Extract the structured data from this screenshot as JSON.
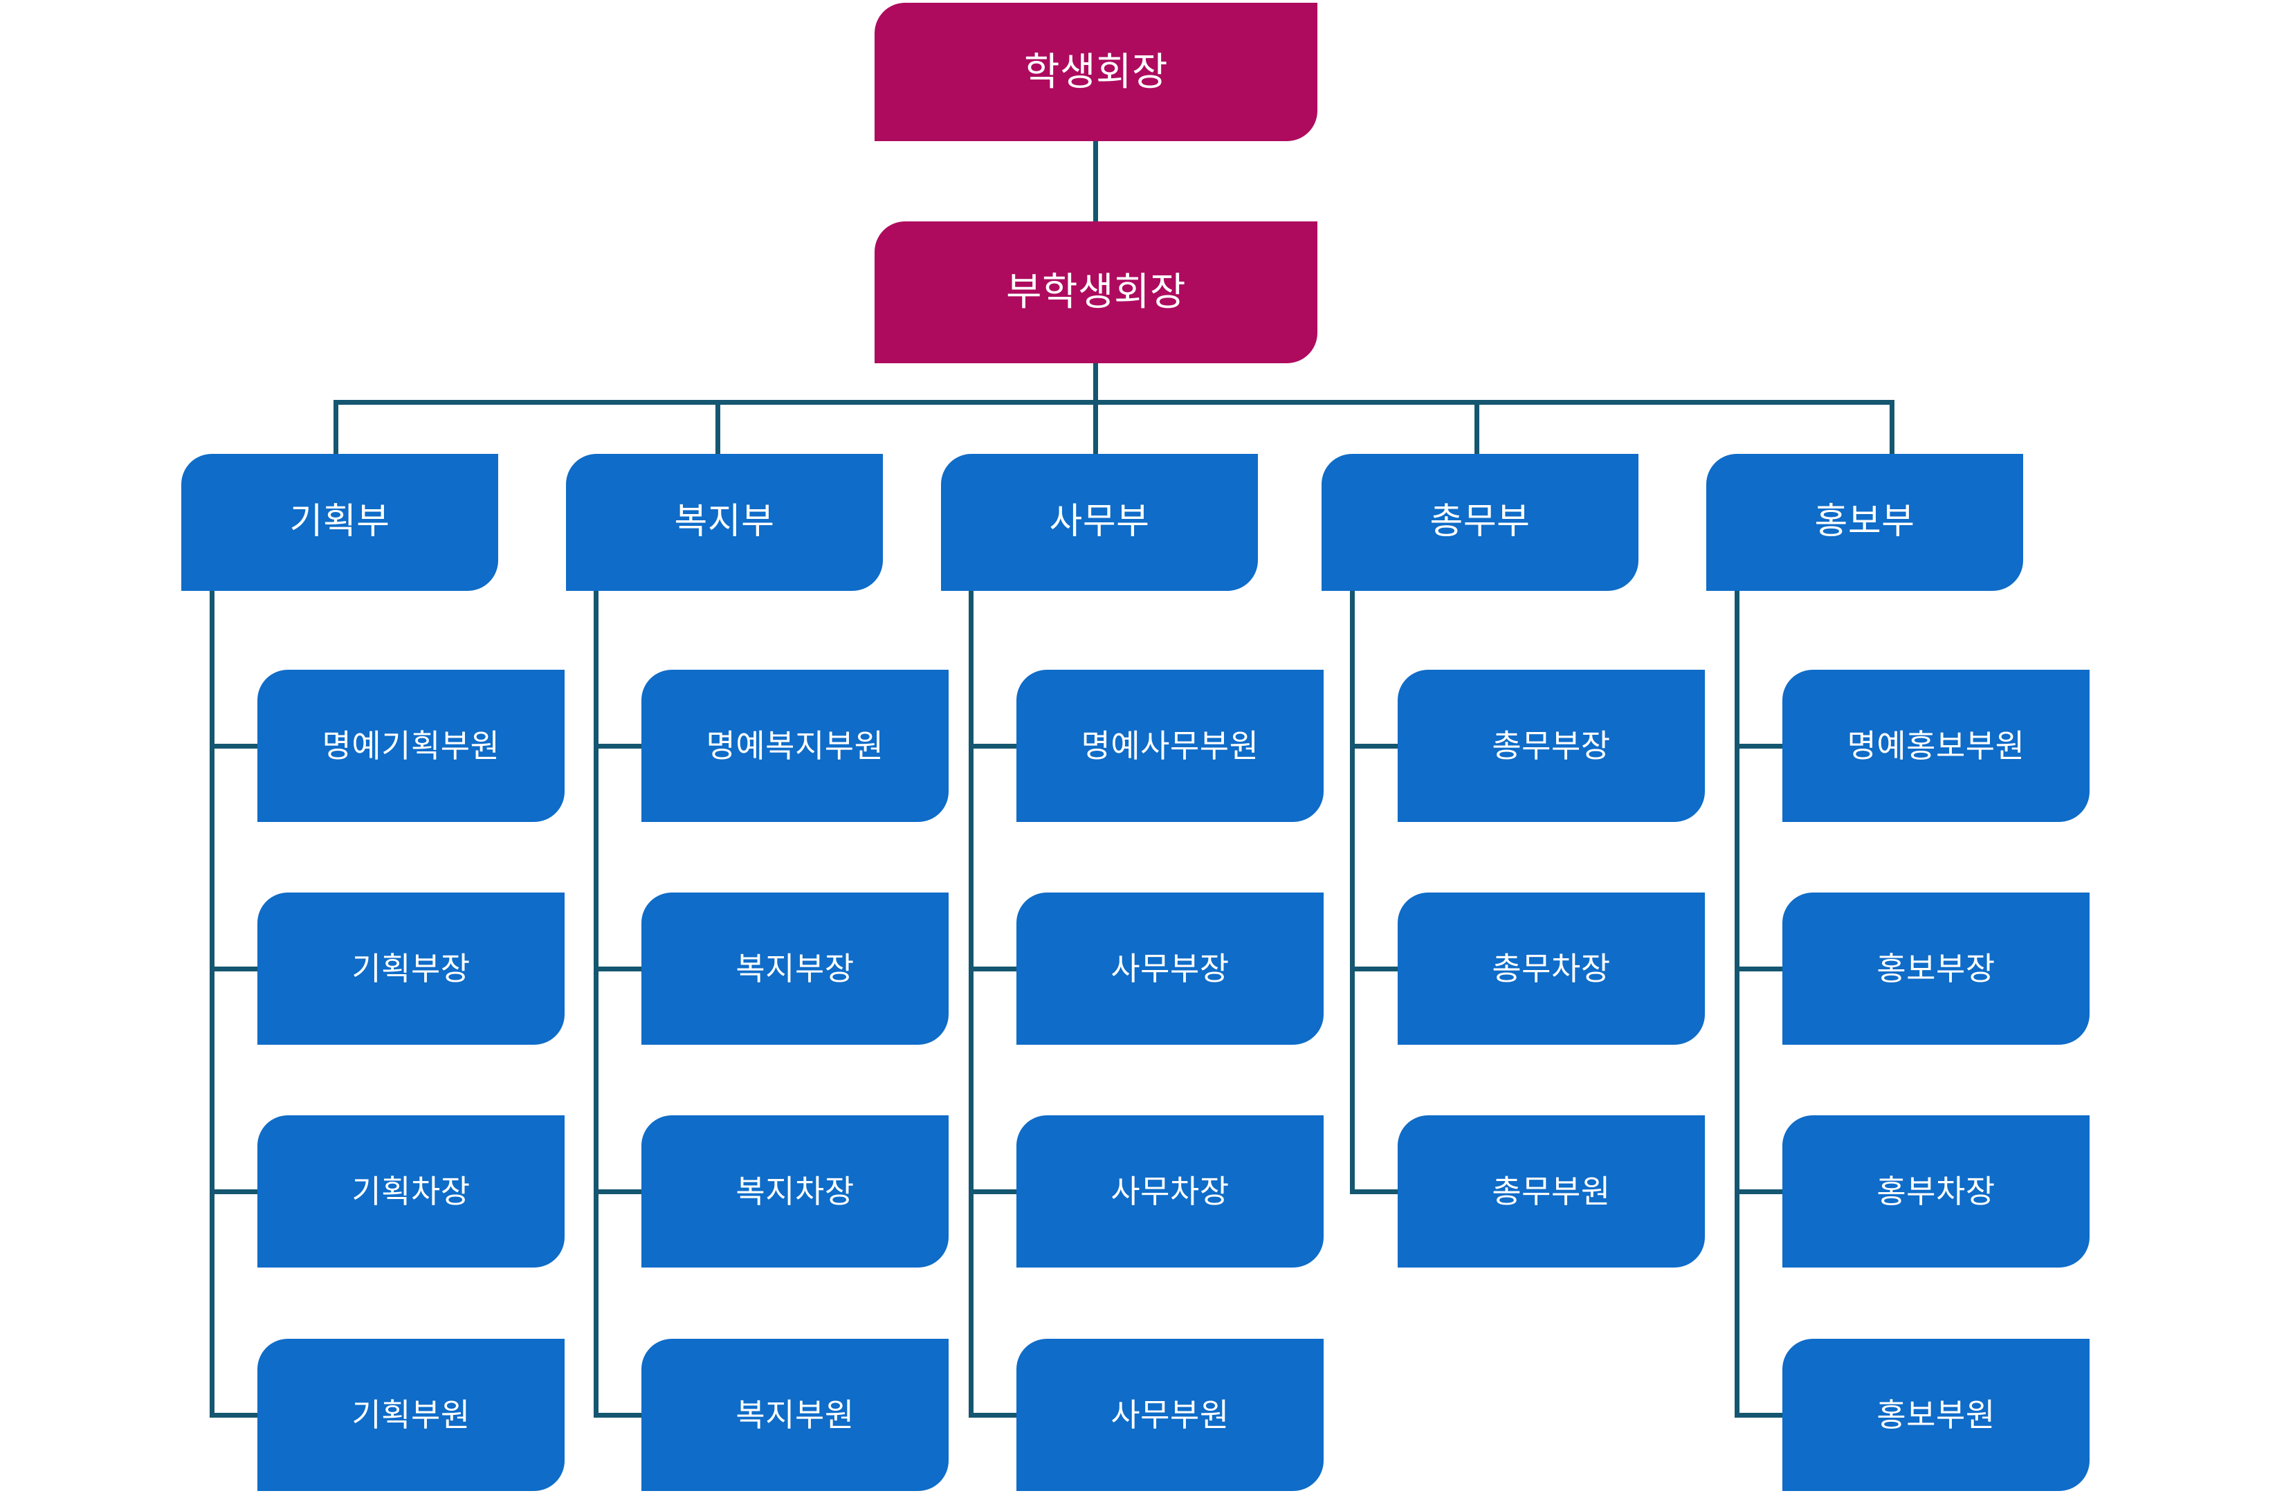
{
  "colors": {
    "exec_fill": "#AE0B5F",
    "dept_fill": "#0F6CC8",
    "member_fill": "#0F6CC8",
    "connector": "#155670",
    "text": "#FFFFFF",
    "background": "#FFFFFF"
  },
  "executive": {
    "president": "학생회장",
    "vice_president": "부학생회장"
  },
  "departments": [
    {
      "name": "기획부",
      "members": [
        "명예기획부원",
        "기획부장",
        "기획차장",
        "기획부원"
      ]
    },
    {
      "name": "복지부",
      "members": [
        "명예복지부원",
        "복지부장",
        "복지차장",
        "복지부원"
      ]
    },
    {
      "name": "사무부",
      "members": [
        "명예사무부원",
        "사무부장",
        "사무차장",
        "사무부원"
      ]
    },
    {
      "name": "총무부",
      "members": [
        "총무부장",
        "총무차장",
        "총무부원"
      ]
    },
    {
      "name": "홍보부",
      "members": [
        "명예홍보부원",
        "홍보부장",
        "홍부차장",
        "홍보부원"
      ]
    }
  ]
}
